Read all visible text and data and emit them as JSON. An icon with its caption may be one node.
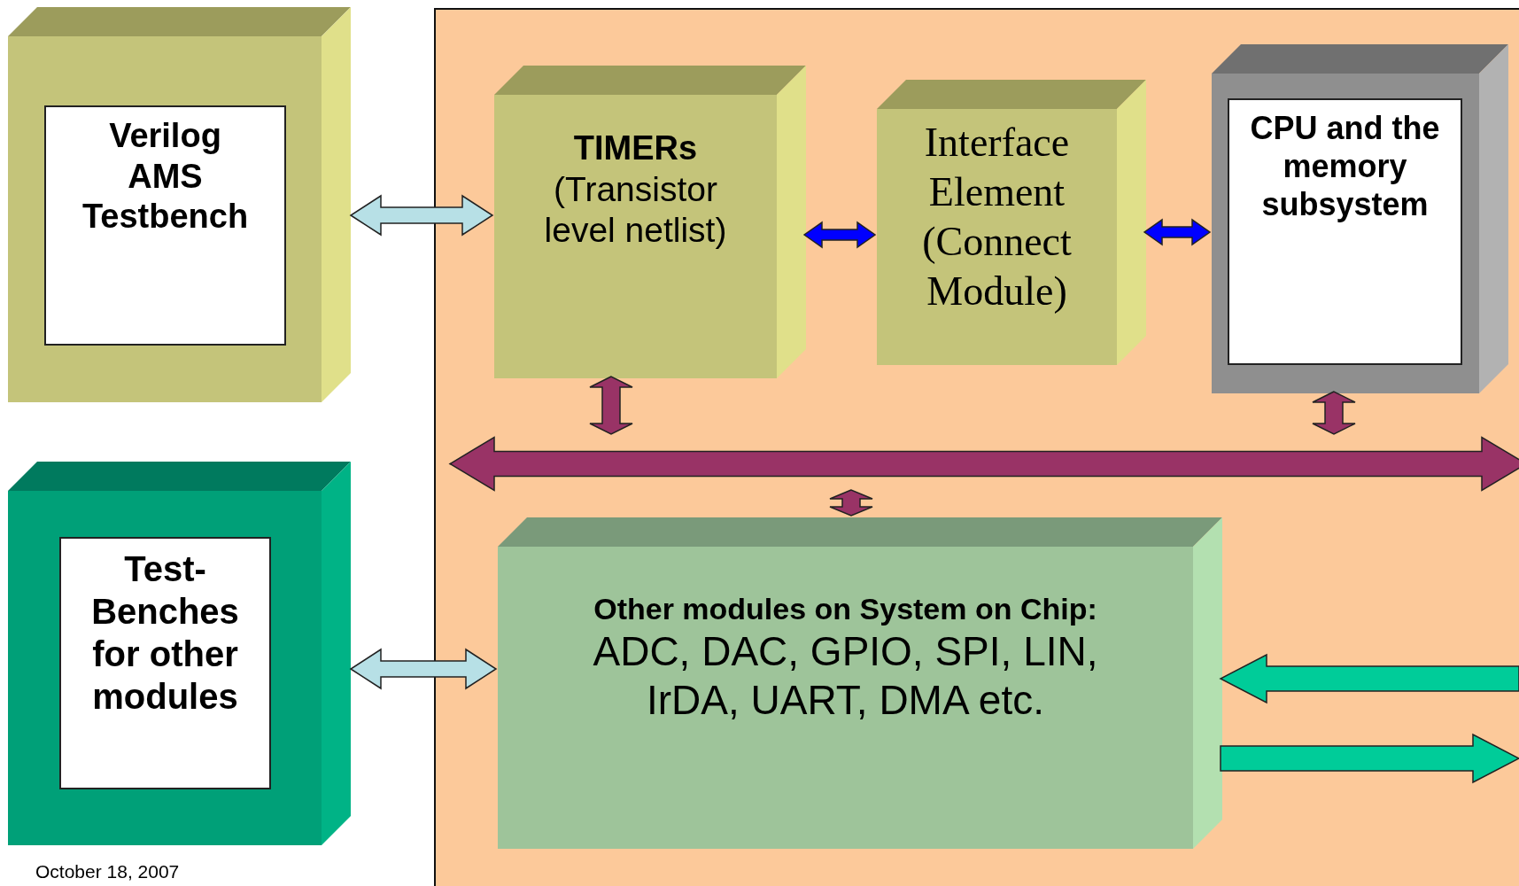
{
  "diagram": {
    "nodes": [
      {
        "text": [],
        "shape": "box"
      },
      {
        "text": [
          "Verilog AMS Testbench"
        ],
        "in": 0
      },
      {
        "text": [],
        "shape": "box"
      },
      {
        "text": [
          "Test-Benches for other modules"
        ],
        "in": 2
      },
      {
        "text": [],
        "shape": "box"
      },
      {
        "text": [
          "TIMERs",
          "(Transistor level netlist)"
        ],
        "in": 4
      },
      {
        "text": [
          "Interface Element (Connect Module)"
        ],
        "in": 4
      },
      {
        "text": [],
        "shape": "box",
        "in": 4
      },
      {
        "text": [
          "CPU and the memory subsystem"
        ],
        "in": 7
      },
      {
        "text": [],
        "shape": "bar",
        "in": 4
      },
      {
        "text": [
          "Other modules on System on Chip:",
          "ADC, DAC, GPIO, SPI, LIN, IrDA, UART, DMA etc."
        ],
        "in": 4
      }
    ],
    "edges": [
      {
        "from": 0,
        "to": 5,
        "arrow": "both",
        "color": "#b7e0e6"
      },
      {
        "from": 2,
        "to": 10,
        "arrow": "both",
        "color": "#b7e0e6"
      },
      {
        "from": 5,
        "to": 6,
        "arrow": "both",
        "color": "#0000ff"
      },
      {
        "from": 6,
        "to": 7,
        "arrow": "both",
        "color": "#0000ff"
      },
      {
        "from": 5,
        "to": 9,
        "arrow": "both",
        "color": "#993366"
      },
      {
        "from": 7,
        "to": 9,
        "arrow": "both",
        "color": "#993366"
      },
      {
        "from": 9,
        "to": 10,
        "arrow": "both",
        "color": "#993366"
      },
      {
        "from": null,
        "to": 10,
        "arrow": "to",
        "color": "#00cc99"
      },
      {
        "from": 10,
        "to": null,
        "arrow": "to",
        "color": "#00cc99"
      }
    ],
    "labels": [
      "October 18, 2007"
    ]
  }
}
